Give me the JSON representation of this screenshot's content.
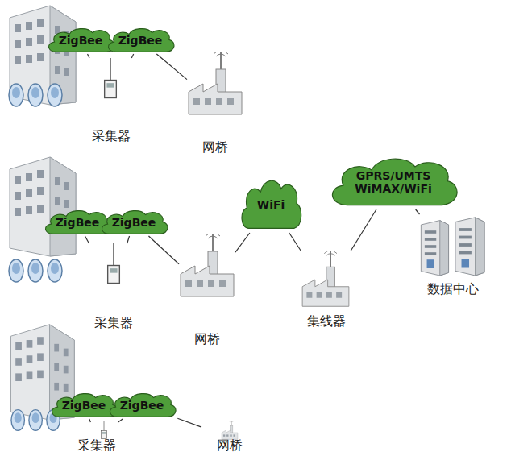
{
  "diagram": {
    "nodes": [
      {
        "text": [
          "ZigBee"
        ]
      },
      {
        "text": [
          "采集器"
        ]
      },
      {
        "text": [
          "ZigBee"
        ]
      },
      {
        "text": [
          "网桥"
        ]
      },
      {
        "text": [
          "ZigBee"
        ]
      },
      {
        "text": [
          "采集器"
        ]
      },
      {
        "text": [
          "ZigBee"
        ]
      },
      {
        "text": [
          "网桥"
        ]
      },
      {
        "text": [
          "WiFi"
        ]
      },
      {
        "text": [
          "GPRS/UMTS WiMAX/WiFi"
        ]
      },
      {
        "text": [
          "集线器"
        ]
      },
      {
        "text": [
          "数据中心"
        ]
      },
      {
        "text": [
          "ZigBee"
        ]
      },
      {
        "text": [
          "采集器"
        ]
      },
      {
        "text": [
          "ZigBee"
        ]
      },
      {
        "text": [
          "网桥"
        ]
      }
    ],
    "edges": [
      {
        "from": 0,
        "to": 1,
        "arrow": "none"
      },
      {
        "from": 1,
        "to": 2,
        "arrow": "none"
      },
      {
        "from": 2,
        "to": 3,
        "arrow": "none"
      },
      {
        "from": 4,
        "to": 5,
        "arrow": "none"
      },
      {
        "from": 5,
        "to": 6,
        "arrow": "none"
      },
      {
        "from": 6,
        "to": 7,
        "arrow": "none"
      },
      {
        "from": 7,
        "to": 8,
        "arrow": "none"
      },
      {
        "from": 8,
        "to": 10,
        "arrow": "none"
      },
      {
        "from": 10,
        "to": 9,
        "arrow": "none"
      },
      {
        "from": 9,
        "to": 11,
        "arrow": "none"
      },
      {
        "from": 12,
        "to": 13,
        "arrow": "none"
      },
      {
        "from": 13,
        "to": 14,
        "arrow": "none"
      },
      {
        "from": 14,
        "to": 15,
        "arrow": "none"
      }
    ]
  }
}
